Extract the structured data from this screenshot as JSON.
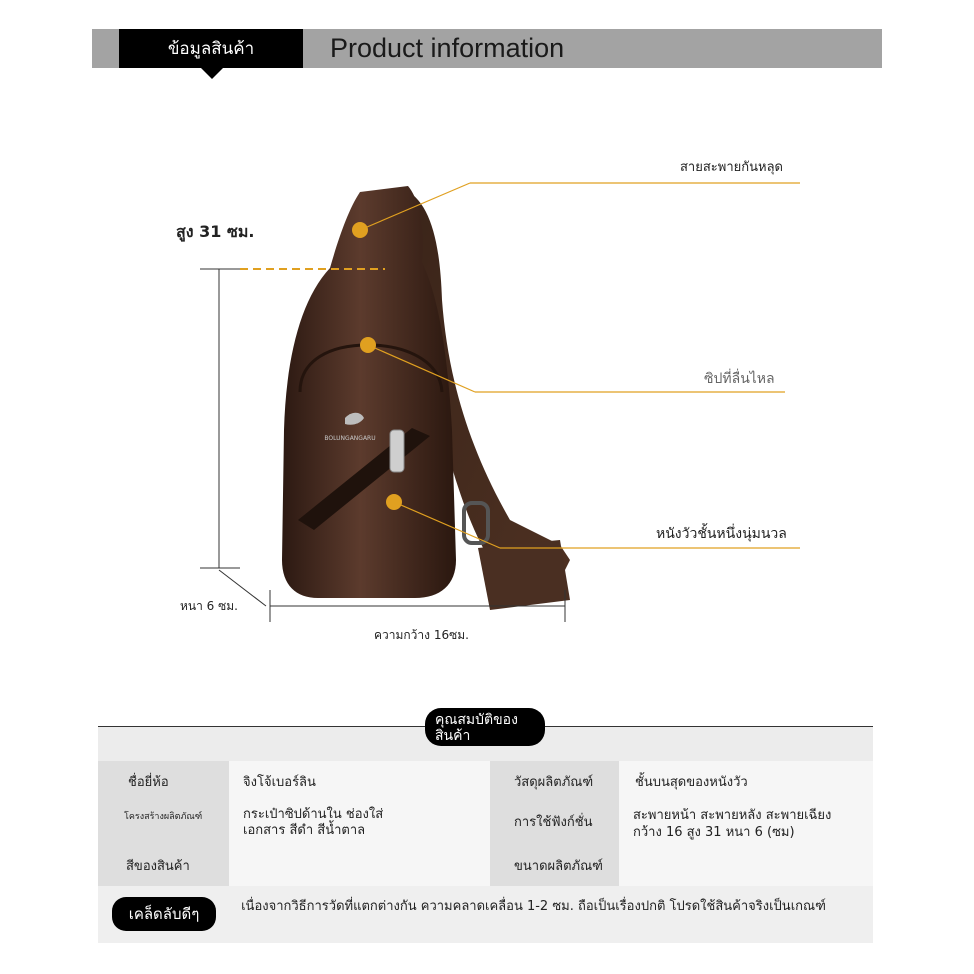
{
  "header": {
    "tab_label": "ข้อมูลสินค้า",
    "title": "Product information"
  },
  "callouts": {
    "strap": "สายสะพายกันหลุด",
    "zipper": "ซิปที่ลื่นไหล",
    "leather": "หนังวัวชั้นหนึ่งนุ่มนวล"
  },
  "dimensions": {
    "height": "สูง 31 ซม.",
    "thickness": "หนา 6 ซม.",
    "width": "ความกว้าง 16ซม."
  },
  "product": {
    "logo_text": "BOLUNGANGARU"
  },
  "specs": {
    "badge": "คุณสมบัติของสินค้า",
    "rows": [
      {
        "k1": "ชื่อยี่ห้อ",
        "v1": "จิงโจ้เบอร์ลิน",
        "k2": "วัสดุผลิตภัณฑ์",
        "v2": "ชั้นบนสุดของหนังวัว"
      },
      {
        "k1": "โครงสร้างผลิตภัณฑ์",
        "v1": "กระเป๋าซิปด้านใน ช่องใส่เอกสาร สีดำ สีน้ำตาล",
        "k2": "การใช้ฟังก์ชั่น",
        "v2": "สะพายหน้า สะพายหลัง สะพายเฉียง กว้าง 16 สูง 31 หนา 6 (ซม)"
      },
      {
        "k1": "สีของสินค้า",
        "v1": "",
        "k2": "ขนาดผลิตภัณฑ์",
        "v2": ""
      }
    ],
    "tip_badge": "เคล็ดลับดีๆ",
    "tip_text": "เนื่องจากวิธีการวัดที่แตกต่างกัน ความคลาดเคลื่อน 1-2 ซม. ถือเป็นเรื่องปกติ โปรดใช้สินค้าจริงเป็นเกณฑ์"
  },
  "colors": {
    "accent": "#e0a020",
    "leather_dark": "#3a2118",
    "leather_mid": "#5a3a2c",
    "header_gray": "#a3a3a3"
  }
}
